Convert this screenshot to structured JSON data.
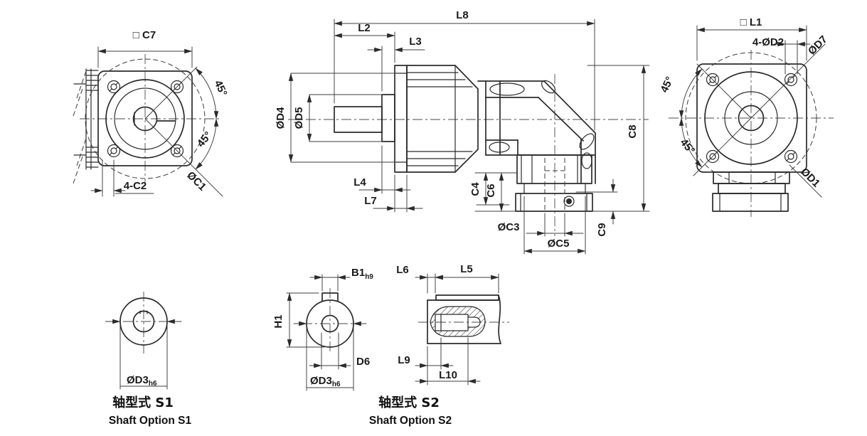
{
  "colors": {
    "line": "#2b2b2b",
    "background": "#ffffff",
    "text": "#1b1b1b"
  },
  "drawing": {
    "left_view": {
      "c7": "□ C7",
      "angle_upper": "45°",
      "angle_lower": "45°",
      "holes": "4-C2",
      "bolt_circle": "ØC1"
    },
    "side_view": {
      "l8": "L8",
      "l2": "L2",
      "l3": "L3",
      "l4": "L4",
      "l7": "L7",
      "d4": "ØD4",
      "d5": "ØD5",
      "c4": "C4",
      "c6": "C6",
      "c8": "C8",
      "c9": "C9",
      "c3": "ØC3",
      "c5": "ØC5"
    },
    "right_view": {
      "l1": "□ L1",
      "holes": "4-ØD2",
      "d7": "ØD7",
      "d1": "ØD1",
      "angle_upper": "45°",
      "angle_lower": "45°"
    },
    "shaft_s1": {
      "d3": "ØD3",
      "d3_tol": "h6",
      "title_cn": "轴型式 S1",
      "title_en": "Shaft Option S1"
    },
    "shaft_s2": {
      "b1": "B1",
      "b1_tol": "h9",
      "h1": "H1",
      "d6": "D6",
      "d3": "ØD3",
      "d3_tol": "h6",
      "l6": "L6",
      "l5": "L5",
      "l9": "L9",
      "l10": "L10",
      "title_cn": "轴型式 S2",
      "title_en": "Shaft Option S2"
    }
  }
}
